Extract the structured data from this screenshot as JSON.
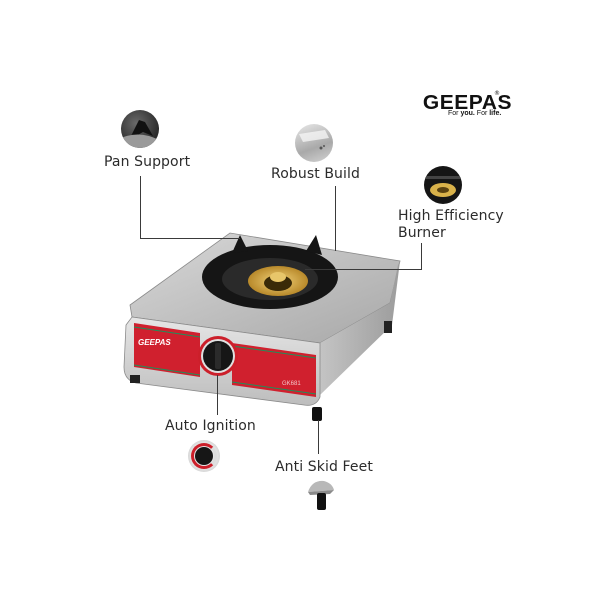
{
  "brand": {
    "name": "GEEPAS",
    "registered_mark": "®",
    "tagline_prefix": "For ",
    "tagline_you": "you.",
    "tagline_mid": " For ",
    "tagline_life": "life."
  },
  "product": {
    "panel_brand": "GEEPAS",
    "model": "GK681",
    "colors": {
      "steel": "#c9c9c9",
      "panel_red": "#d0202e",
      "panel_stripe": "#1f8f5a",
      "burner_brass": "#d9b24a",
      "cast_iron": "#1a1a1a"
    }
  },
  "features": [
    {
      "id": "pan-support",
      "label": "Pan Support"
    },
    {
      "id": "robust-build",
      "label": "Robust Build"
    },
    {
      "id": "high-efficiency-burner",
      "label_line1": "High Efficiency",
      "label_line2": "Burner"
    },
    {
      "id": "auto-ignition",
      "label": "Auto Ignition"
    },
    {
      "id": "anti-skid-feet",
      "label": "Anti Skid Feet"
    }
  ]
}
